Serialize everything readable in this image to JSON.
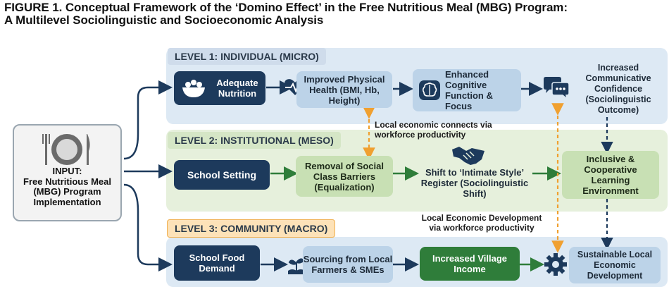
{
  "title": {
    "line1": "FIGURE 1. Conceptual Framework of the ‘Domino Effect’ in the Free Nutritious Meal (MBG) Program:",
    "line2": "A Multilevel Sociolinguistic and Socioeconomic Analysis"
  },
  "input": {
    "label_line1": "INPUT:",
    "label_line2": "Free Nutritious Meal",
    "label_line3": "(MBG) Program",
    "label_line4": "Implementation",
    "icon": "plate-cutlery-icon"
  },
  "levels": [
    {
      "tag": "LEVEL 1: INDIVIDUAL (MICRO)",
      "nodes": [
        {
          "text": "Adequate Nutrition",
          "icon": "salad-bowl-icon"
        },
        {
          "text": "Improved Physical Health (BMI, Hb, Height)",
          "icon": "heartbeat-icon"
        },
        {
          "text": "Enhanced Cognitive Function & Focus",
          "icon": "brain-icon"
        },
        {
          "text": "Increased Communicative Confidence (Sociolinguistic Outcome)",
          "icon": "speech-bubbles-icon"
        }
      ]
    },
    {
      "tag": "LEVEL 2: INSTITUTIONAL (MESO)",
      "nodes": [
        {
          "text": "School Setting"
        },
        {
          "text": "Removal of Social Class Barriers (Equalization)"
        },
        {
          "text": "Shift to ‘Intimate Style’ Register (Sociolinguistic Shift)",
          "icon": "handshake-icon"
        },
        {
          "text": "Inclusive & Cooperative Learning Environment"
        }
      ]
    },
    {
      "tag": "LEVEL 3: COMMUNITY (MACRO)",
      "nodes": [
        {
          "text": "School Food Demand"
        },
        {
          "text": "Sourcing from Local Farmers & SMEs",
          "icon": "plant-hand-icon"
        },
        {
          "text": "Increased Village Income"
        },
        {
          "text": "Sustainable Local Economic Development",
          "icon": "gear-icon"
        }
      ]
    }
  ],
  "annotations": {
    "meso_link_line1": "Local economic connects via",
    "meso_link_line2": "workforce productivity",
    "macro_link_line1": "Local Economic Development",
    "macro_link_line2": "via workforce productivity"
  },
  "colors": {
    "dark_navy": "#1d3a5c",
    "dark_green": "#2f7d3a",
    "dashed_orange": "#f0a030",
    "dashed_navy": "#1d3a5c"
  }
}
